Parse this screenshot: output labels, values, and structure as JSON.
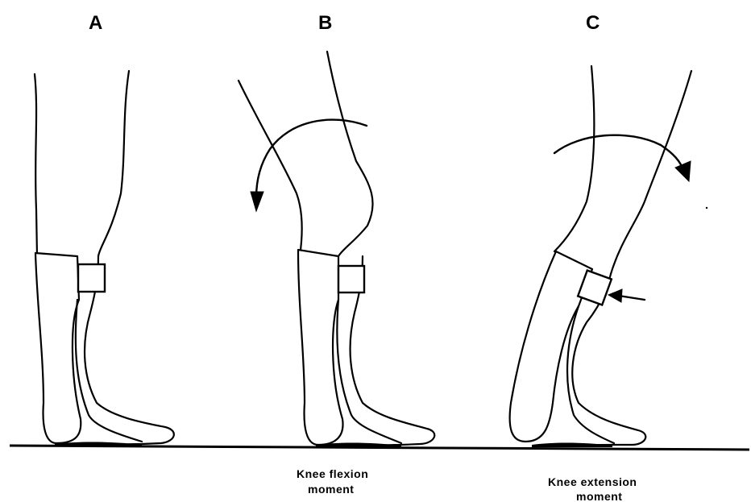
{
  "panels": [
    {
      "letter": "A",
      "caption_line1": "",
      "caption_line2": ""
    },
    {
      "letter": "B",
      "caption_line1": "Knee flexion",
      "caption_line2": "moment"
    },
    {
      "letter": "C",
      "caption_line1": "Knee extension",
      "caption_line2": "moment"
    }
  ],
  "colors": {
    "line": "#000000",
    "background": "#ffffff"
  }
}
